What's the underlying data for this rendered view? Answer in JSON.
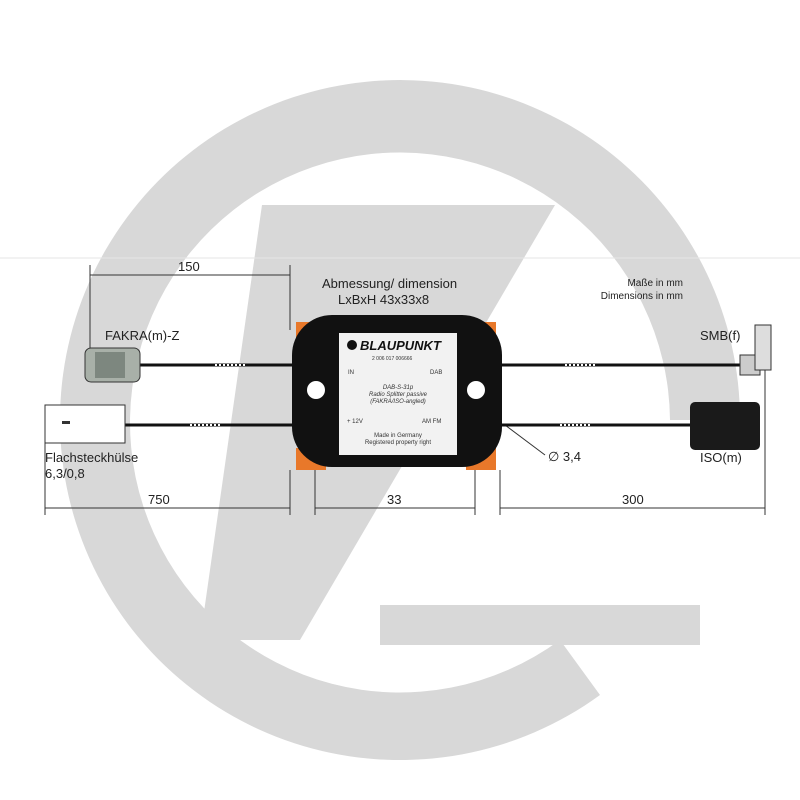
{
  "dimensions": {
    "top_left": "150",
    "title_line1": "Abmessung/ dimension",
    "title_line2": "LxBxH 43x33x8",
    "units_de": "Maße in mm",
    "units_en": "Dimensions in mm",
    "bottom_left": "750",
    "bottom_mid": "33",
    "bottom_right": "300",
    "hole": "∅ 3,4"
  },
  "connectors": {
    "fakra": "FAKRA(m)-Z",
    "flach_line1": "Flachsteckhülse",
    "flach_line2": "6,3/0,8",
    "smb": "SMB(f)",
    "iso": "ISO(m)"
  },
  "device": {
    "brand": "BLAUPUNKT",
    "part_number": "2 006 017 006666",
    "in": "IN",
    "dab": "DAB",
    "model": "DAB-S-31p",
    "desc1": "Radio Splitter passive",
    "desc2": "(FAKRA/ISO-angled)",
    "power": "+ 12V",
    "amfm": "AM FM",
    "made1": "Made in Germany",
    "made2": "Registered property right"
  },
  "colors": {
    "watermark": "#d6d6d6",
    "accent": "#e8782a",
    "body": "#111111"
  }
}
